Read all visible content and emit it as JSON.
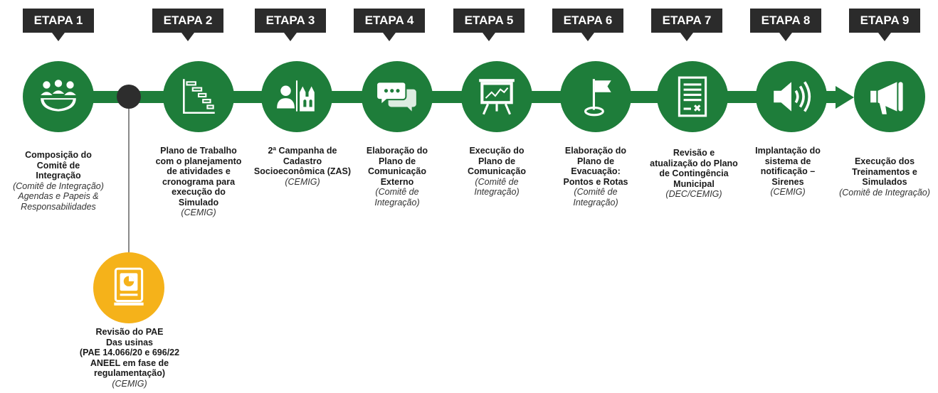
{
  "steps": [
    {
      "tag": "ETAPA 1",
      "title": "Composição do\nComitê de\nIntegração",
      "sub": "(Comitê de Integração)\nAgendas e Papeis &\nResponsabilidades",
      "icon": "group-meeting-icon"
    },
    {
      "tag": "ETAPA 2",
      "title": "Plano de Trabalho\ncom o planejamento\nde atividades e\ncronograma para\nexecução do\nSimulado",
      "sub": "(CEMIG)",
      "icon": "gantt-chart-icon"
    },
    {
      "tag": "ETAPA 3",
      "title": "2ª Campanha de\nCadastro\nSocioeconômica (ZAS)",
      "sub": "(CEMIG)",
      "icon": "person-church-icon"
    },
    {
      "tag": "ETAPA 4",
      "title": "Elaboração do\nPlano de\nComunicação\nExterno",
      "sub": "(Comitê de\nIntegração)",
      "icon": "chat-bubbles-icon"
    },
    {
      "tag": "ETAPA 5",
      "title": "Execução do\nPlano de\nComunicação",
      "sub": "(Comitê de\nIntegração)",
      "icon": "presentation-board-icon"
    },
    {
      "tag": "ETAPA 6",
      "title": "Elaboração do\nPlano de\nEvacuação:\nPontos e Rotas",
      "sub": "(Comitê de\nIntegração)",
      "icon": "flag-pin-icon"
    },
    {
      "tag": "ETAPA 7",
      "title": "Revisão e\natualização do Plano\nde Contingência\nMunicipal",
      "sub": "(DEC/CEMIG)",
      "icon": "document-sign-icon"
    },
    {
      "tag": "ETAPA 8",
      "title": "Implantação do\nsistema de\nnotificação –\nSirenes",
      "sub": "(CEMIG)",
      "icon": "speaker-icon"
    },
    {
      "tag": "ETAPA 9",
      "title": "Execução dos\nTreinamentos e\nSimulados",
      "sub": "(Comitê de Integração)",
      "icon": "megaphone-icon"
    }
  ],
  "branch": {
    "title": "Revisão do PAE\nDas usinas\n(PAE 14.066/20 e 696/22\nANEEL em fase de\nregulamentação)",
    "sub": "(CEMIG)",
    "icon": "manual-book-icon"
  },
  "colors": {
    "green": "#1e7d3a",
    "yellow": "#f5b21a",
    "tag": "#2b2b2b"
  }
}
